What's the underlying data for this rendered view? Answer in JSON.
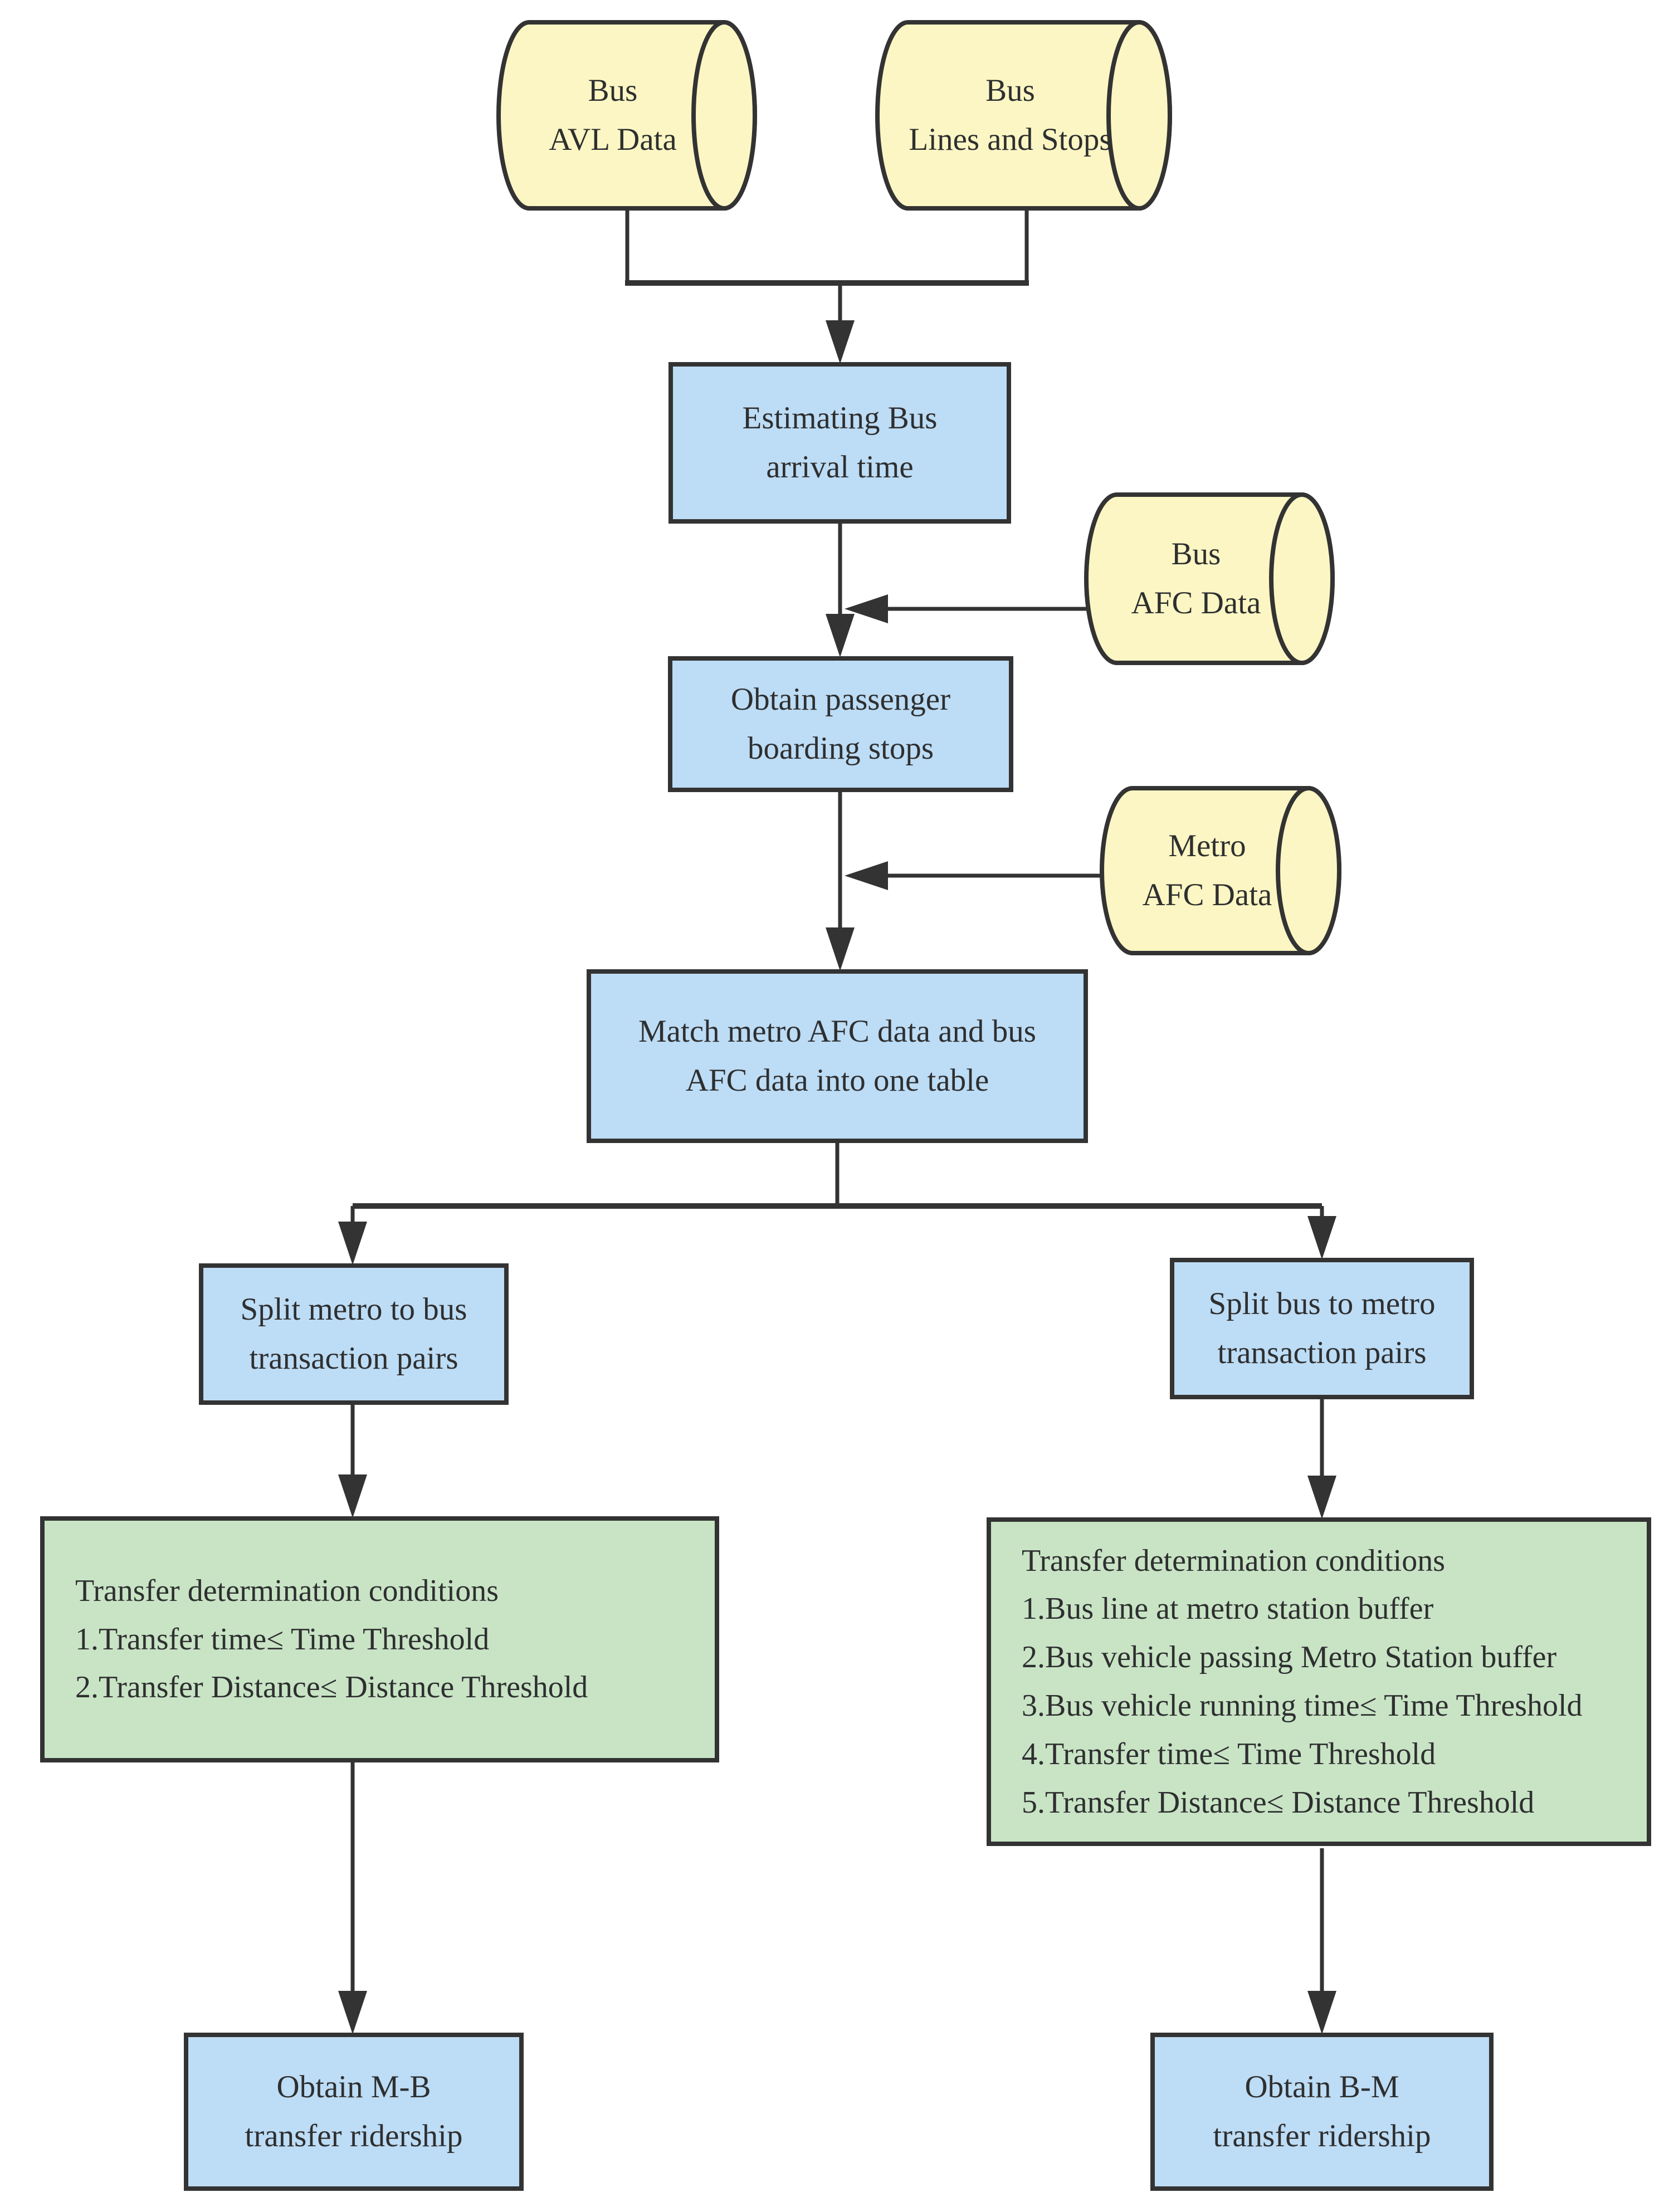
{
  "palette": {
    "background": "#ffffff",
    "data_store_fill": "#fbf6c3",
    "process_fill": "#bddcf5",
    "condition_fill": "#c8e4c5",
    "stroke": "#333333",
    "text": "#2e2f30"
  },
  "nodes": {
    "bus_avl_data": {
      "shape": "cylinder",
      "label": "Bus\nAVL Data"
    },
    "bus_lines_and_stops": {
      "shape": "cylinder",
      "label": "Bus\nLines and Stops"
    },
    "estimating_bus_arrival_time": {
      "shape": "process",
      "label": "Estimating Bus\narrival time"
    },
    "bus_afc_data": {
      "shape": "cylinder",
      "label": "Bus\nAFC Data"
    },
    "obtain_passenger_boarding_stops": {
      "shape": "process",
      "label": "Obtain passenger\nboarding stops"
    },
    "metro_afc_data": {
      "shape": "cylinder",
      "label": "Metro\nAFC Data"
    },
    "match_afc_table": {
      "shape": "process",
      "label": "Match metro AFC data  and bus\nAFC data into one table"
    },
    "split_metro_to_bus": {
      "shape": "process",
      "label": "Split metro to bus\ntransaction pairs"
    },
    "split_bus_to_metro": {
      "shape": "process",
      "label": "Split bus to metro\ntransaction pairs"
    },
    "conditions_metro_to_bus": {
      "shape": "condition",
      "label": "Transfer determination conditions\n1.Transfer time≤ Time Threshold\n2.Transfer Distance≤ Distance Threshold"
    },
    "conditions_bus_to_metro": {
      "shape": "condition",
      "label": "Transfer determination conditions\n1.Bus line at metro station buffer\n2.Bus vehicle passing Metro Station buffer\n3.Bus vehicle running time≤ Time Threshold\n4.Transfer time≤ Time Threshold\n5.Transfer Distance≤ Distance Threshold"
    },
    "obtain_mb_ridership": {
      "shape": "process",
      "label": "Obtain M-B\ntransfer ridership"
    },
    "obtain_bm_ridership": {
      "shape": "process",
      "label": "Obtain B-M\ntransfer ridership"
    }
  }
}
